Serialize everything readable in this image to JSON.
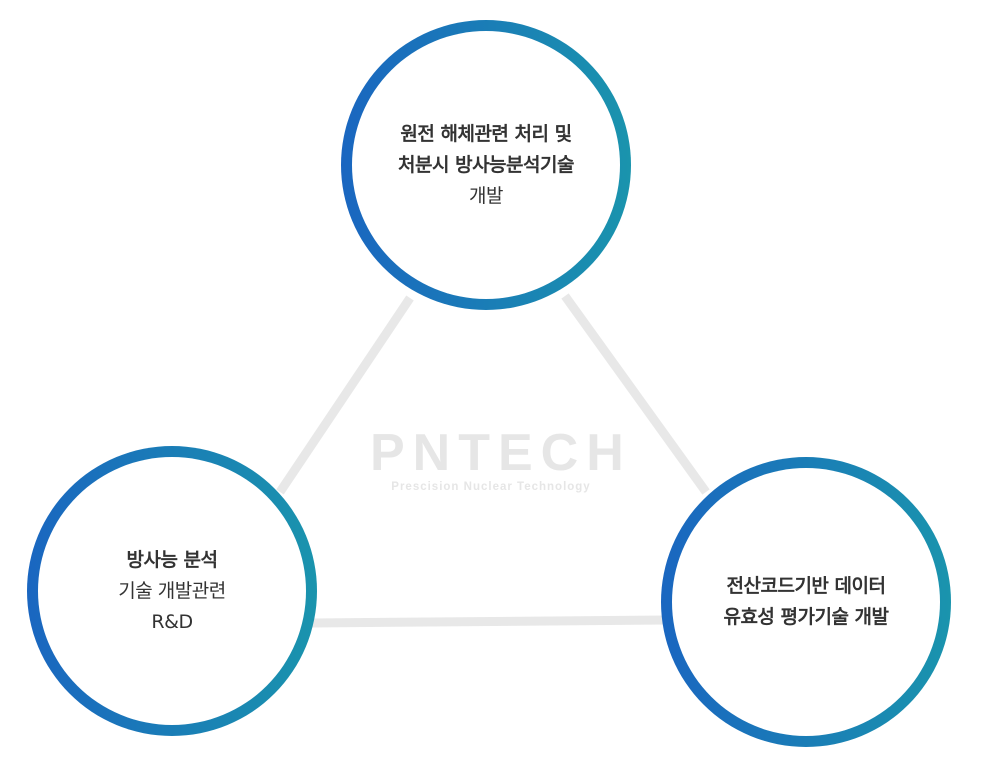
{
  "logo": {
    "title": "PNTECH",
    "subtitle": "Prescision Nuclear Technology"
  },
  "nodes": [
    {
      "lines": [
        "원전 해체관련 처리 및",
        "처분시 방사능분석기술",
        "개발"
      ]
    },
    {
      "lines": [
        "방사능 분석",
        "기술 개발관련",
        "R&D"
      ]
    },
    {
      "lines": [
        "전산코드기반 데이터",
        "유효성 평가기술 개발"
      ]
    }
  ],
  "colors": {
    "ring_start": "#1a66c0",
    "ring_end": "#1a94ad",
    "connector": "#e8e8e8",
    "text": "#333333"
  }
}
